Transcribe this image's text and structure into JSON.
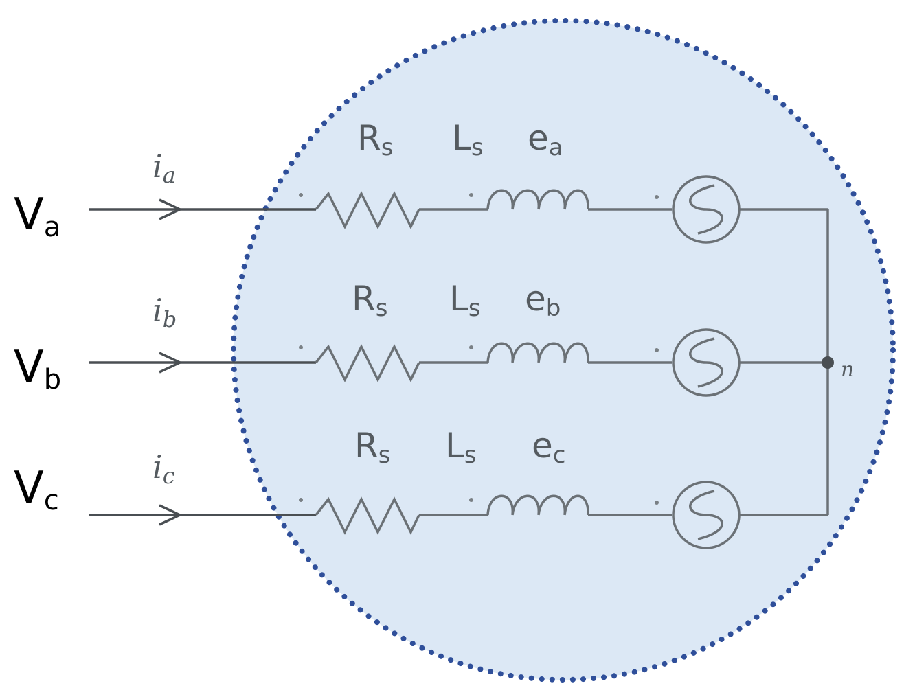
{
  "diagram": {
    "colors": {
      "machine_fill": "#dce8f5",
      "machine_border": "#2f4f9a",
      "wire": "#6b7176",
      "text": "#555b60"
    },
    "phases": [
      {
        "voltage": "V",
        "voltage_sub": "a",
        "current": "i",
        "current_sub": "a",
        "resistor": "R",
        "resistor_sub": "s",
        "inductor": "L",
        "inductor_sub": "s",
        "emf": "e",
        "emf_sub": "a",
        "source_icon": "ac-source-icon"
      },
      {
        "voltage": "V",
        "voltage_sub": "b",
        "current": "i",
        "current_sub": "b",
        "resistor": "R",
        "resistor_sub": "s",
        "inductor": "L",
        "inductor_sub": "s",
        "emf": "e",
        "emf_sub": "b",
        "source_icon": "ac-source-icon"
      },
      {
        "voltage": "V",
        "voltage_sub": "c",
        "current": "i",
        "current_sub": "c",
        "resistor": "R",
        "resistor_sub": "s",
        "inductor": "L",
        "inductor_sub": "s",
        "emf": "e",
        "emf_sub": "c",
        "source_icon": "ac-source-icon"
      }
    ],
    "neutral_label": "n"
  }
}
